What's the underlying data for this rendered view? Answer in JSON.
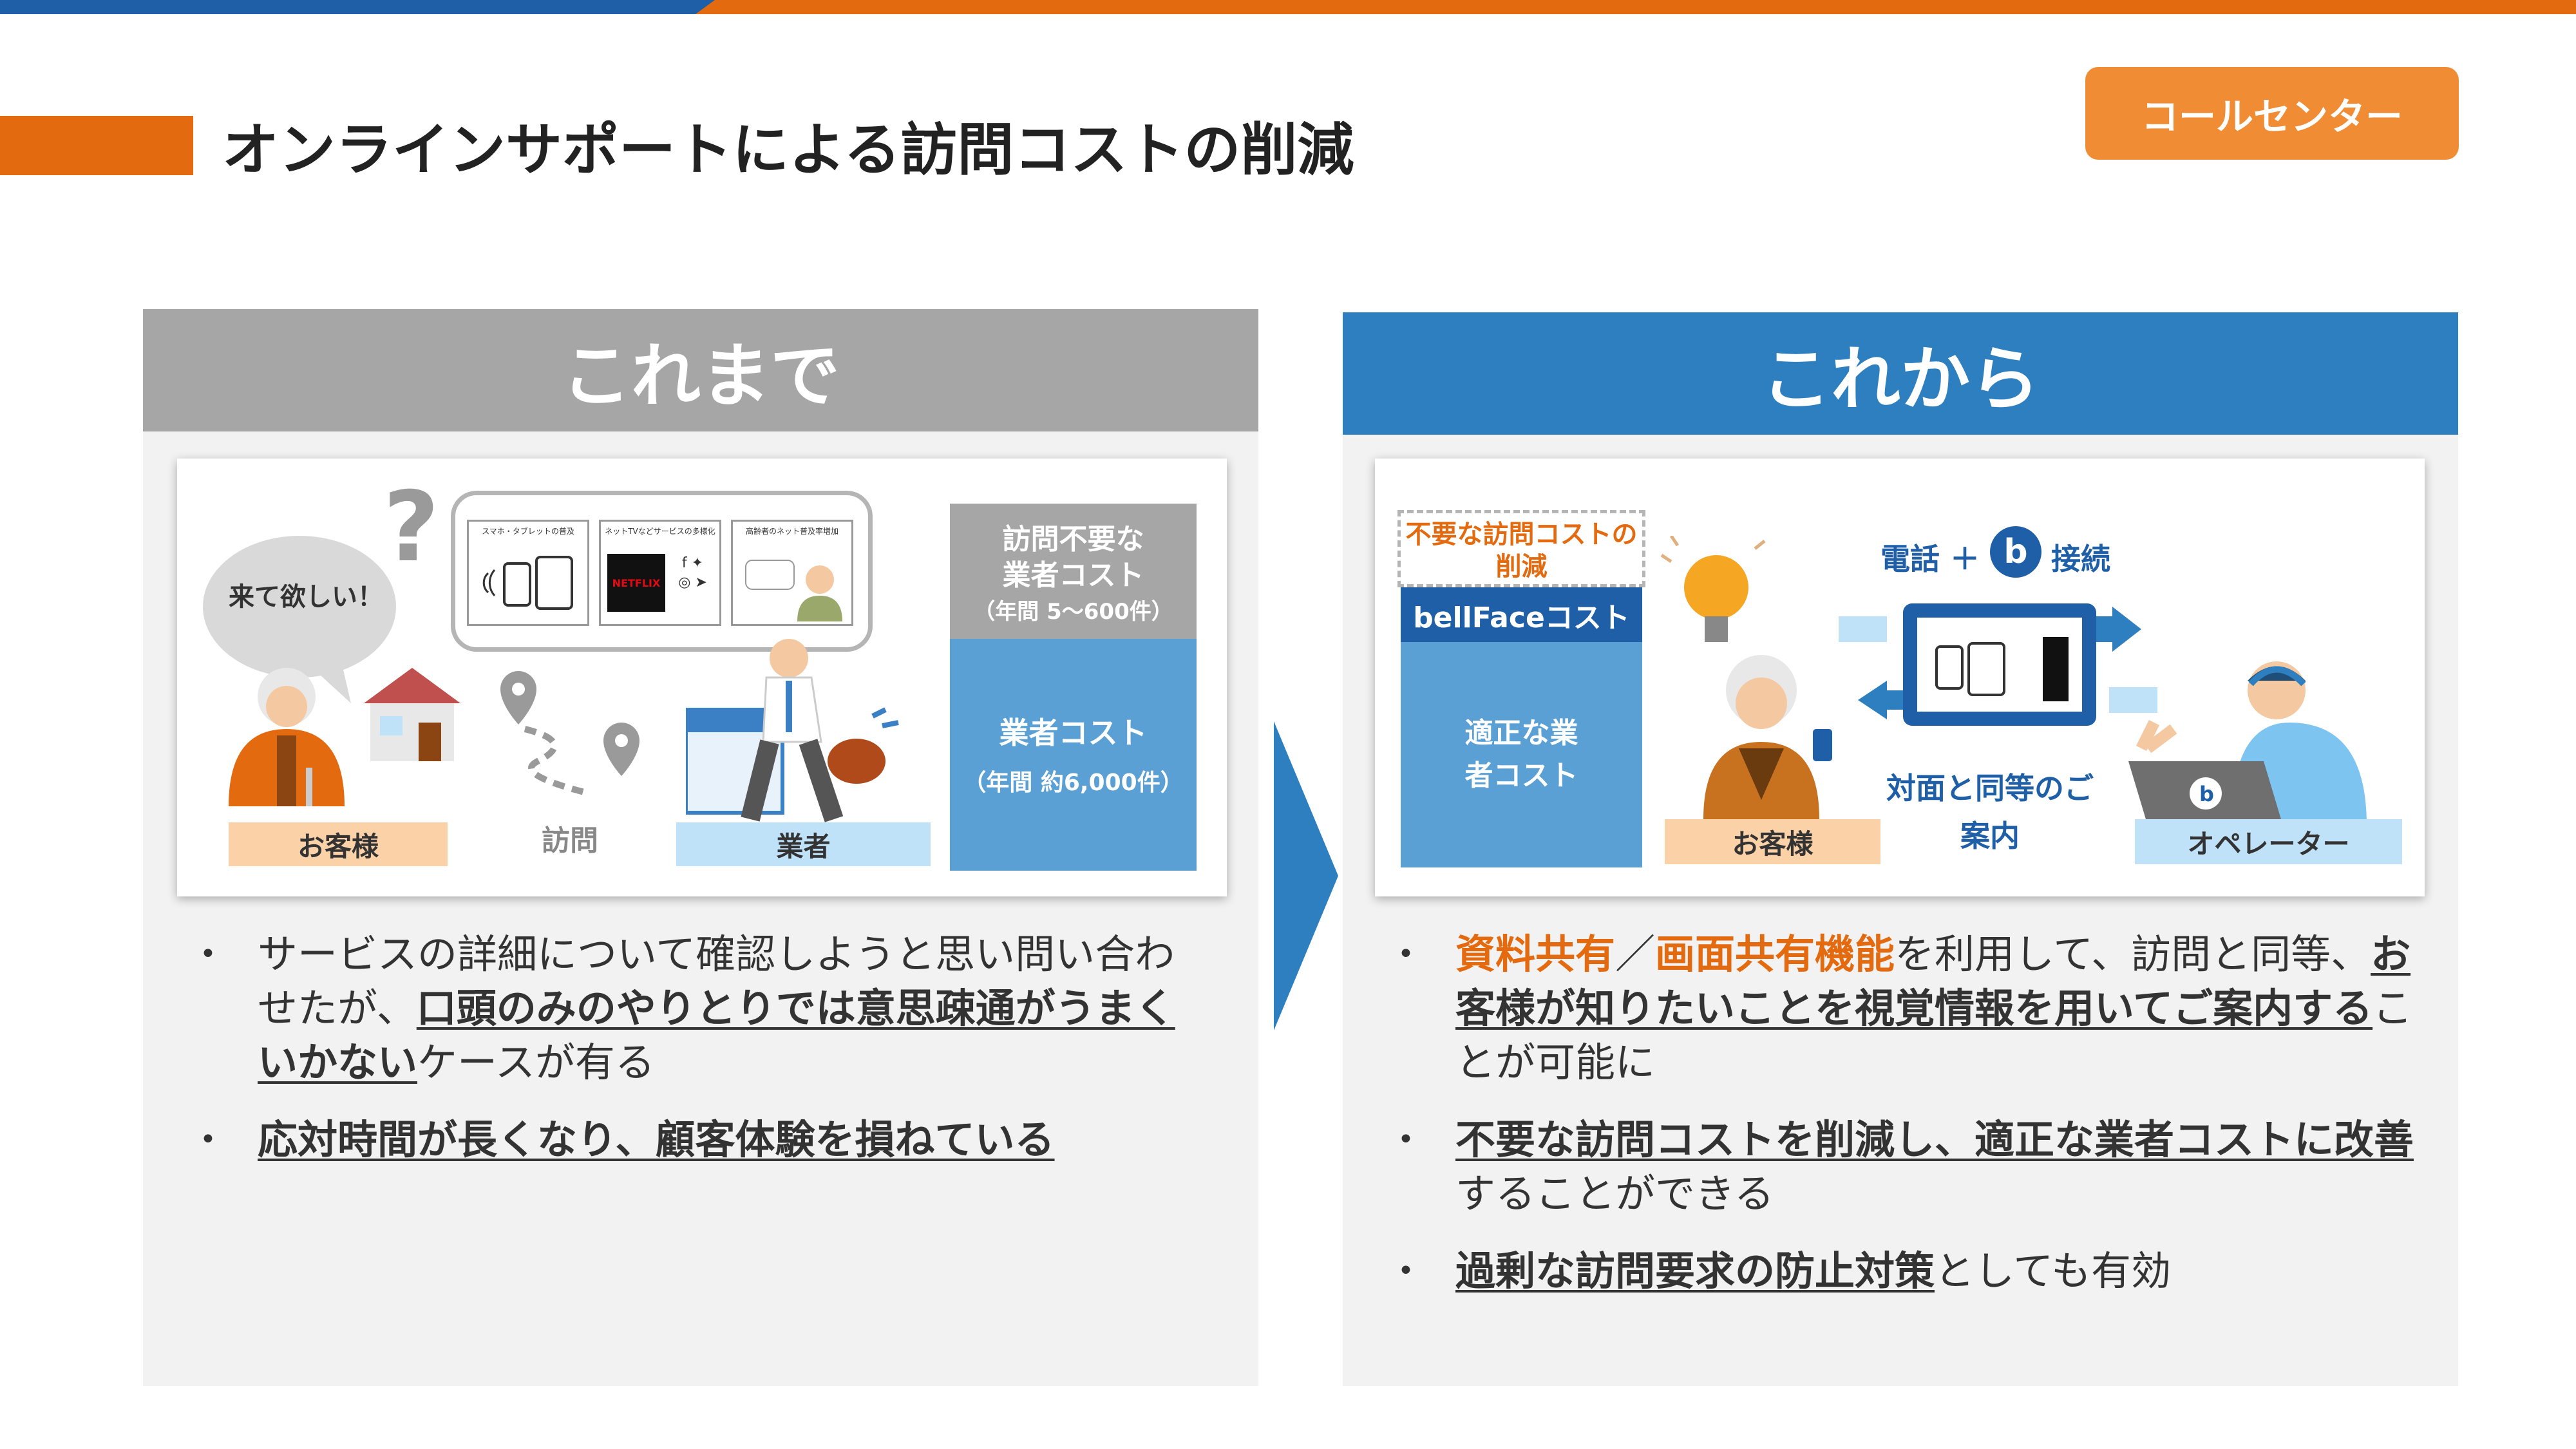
{
  "header": {
    "title": "オンラインサポートによる訪問コストの削減",
    "badge": "コールセンター"
  },
  "left_panel": {
    "heading": "これまで",
    "illustration": {
      "speech": "来て欲しい！",
      "customer_label": "お客様",
      "visit_label": "訪問",
      "vendor_label": "業者",
      "screen_captions": [
        "スマホ・タブレットの普及",
        "ネットTVなどサービスの多様化",
        "高齢者のネット普及率増加"
      ],
      "brand_text": "NETFLIX",
      "cost_top_title": "訪問不要な業者コスト",
      "cost_top_sub": "（年間 5～600件）",
      "cost_bottom_title": "業者コスト",
      "cost_bottom_sub": "（年間 約6,000件）"
    },
    "bullets": [
      {
        "pre": "サービスの詳細について確認しようと思い問い合わせたが、",
        "em": "口頭のみのやりとりでは意思疎通がうまくいかない",
        "post": "ケースが有る"
      },
      {
        "pre": "",
        "em": "応対時間が長くなり、顧客体験を損ねている",
        "post": ""
      }
    ]
  },
  "right_panel": {
    "heading": "これから",
    "illustration": {
      "reduced_label": "不要な訪問コストの削減",
      "bellface_cost": "bellFaceコスト",
      "proper_cost": "適正な業者コスト",
      "connect_left": "電話 ＋",
      "connect_right": "接続",
      "b_logo": "b",
      "same_as_visit": "対面と同等のご案内",
      "customer_label": "お客様",
      "operator_label": "オペレーター"
    },
    "bullets": [
      {
        "or1": "資料共有",
        "sep": "／",
        "or2": "画面共有機能",
        "post1": "を利用して、訪問と同等、",
        "em": "お客様が知りたいことを視覚情報を用いてご案内する",
        "post2": "ことが可能に"
      },
      {
        "em": "不要な訪問コストを削減し、適正な業者コストに改善",
        "post": "することができる"
      },
      {
        "em": "過剰な訪問要求の防止対策",
        "post": "としても有効"
      }
    ]
  },
  "colors": {
    "accent_orange": "#e46a0f",
    "brand_blue": "#2e7fbf",
    "gray_head": "#a6a6a6",
    "badge": "#ef8c34"
  }
}
